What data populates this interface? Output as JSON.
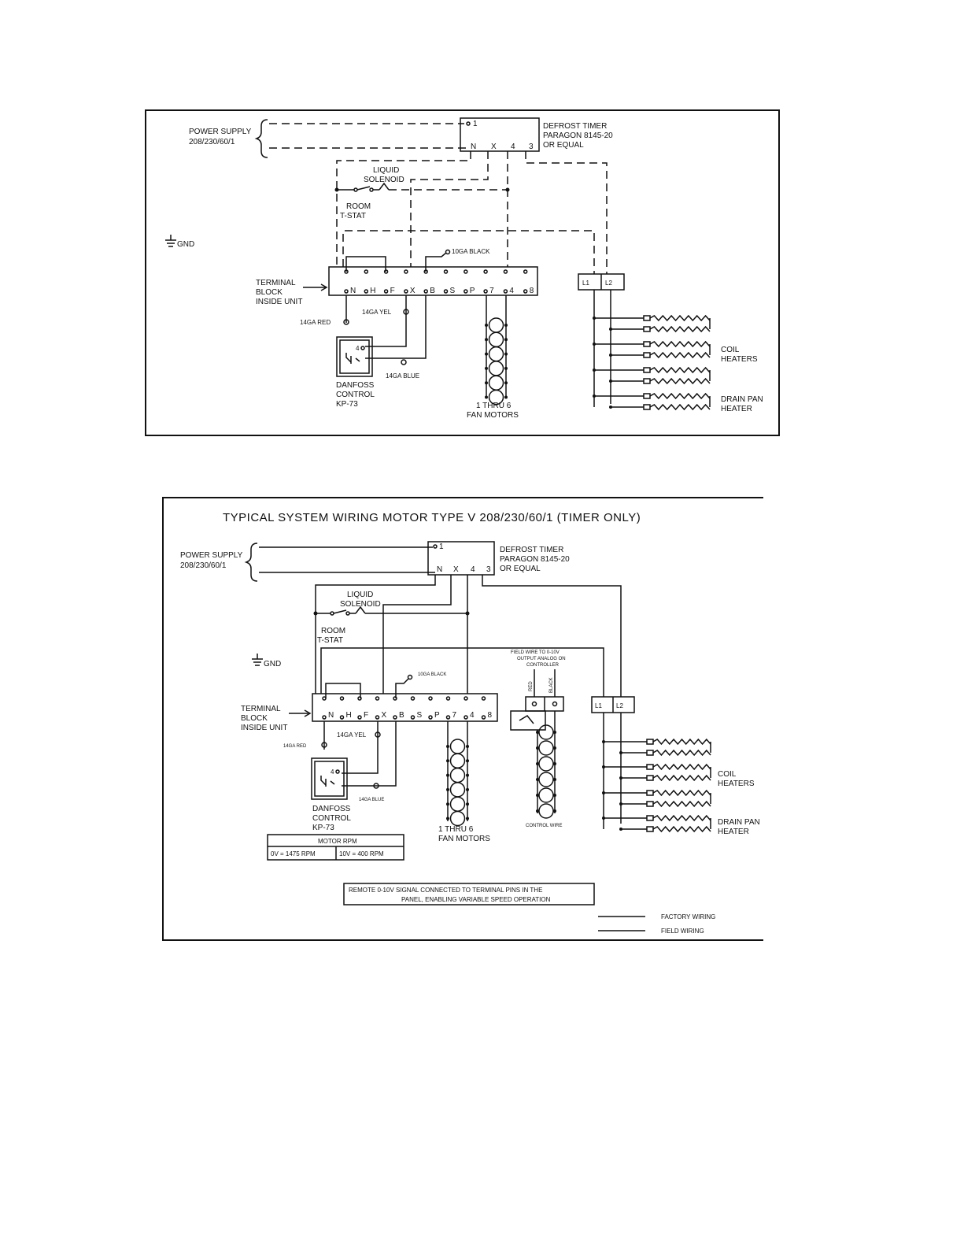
{
  "diagram1": {
    "power_supply": [
      "POWER SUPPLY",
      "208/230/60/1"
    ],
    "defrost_timer": [
      "DEFROST TIMER",
      "PARAGON 8145-20",
      "OR EQUAL"
    ],
    "timer_terminals": [
      "1",
      "N",
      "X",
      "4",
      "3"
    ],
    "liquid_solenoid": [
      "LIQUID",
      "SOLENOID"
    ],
    "room_tstat": [
      "ROOM",
      "T-STAT"
    ],
    "gnd": "GND",
    "terminal_block_label": [
      "TERMINAL",
      "BLOCK",
      "INSIDE UNIT"
    ],
    "terminals": [
      "N",
      "H",
      "F",
      "X",
      "B",
      "S",
      "P",
      "7",
      "4",
      "8"
    ],
    "wire_10ga_black": "10GA BLACK",
    "wire_14ga_yel": "14GA YEL",
    "wire_14ga_red": "14GA RED",
    "wire_14ga_blue": "14GA BLUE",
    "danfoss": [
      "DANFOSS",
      "CONTROL",
      "KP-73"
    ],
    "fan_motors": [
      "1 THRU 6",
      "FAN MOTORS"
    ],
    "contactor_terminals": [
      "L1",
      "L2"
    ],
    "coil_heaters": [
      "COIL",
      "HEATERS"
    ],
    "drain_pan_heater": [
      "DRAIN PAN",
      "HEATER"
    ]
  },
  "diagram2": {
    "title": "TYPICAL SYSTEM WIRING MOTOR TYPE V 208/230/60/1 (TIMER ONLY)",
    "power_supply": [
      "POWER SUPPLY",
      "208/230/60/1"
    ],
    "defrost_timer": [
      "DEFROST TIMER",
      "PARAGON 8145-20",
      "OR EQUAL"
    ],
    "timer_terminals": [
      "1",
      "N",
      "X",
      "4",
      "3"
    ],
    "liquid_solenoid": [
      "LIQUID",
      "SOLENOID"
    ],
    "room_tstat": [
      "ROOM",
      "T-STAT"
    ],
    "gnd": "GND",
    "terminal_block_label": [
      "TERMINAL",
      "BLOCK",
      "INSIDE UNIT"
    ],
    "terminals": [
      "N",
      "H",
      "F",
      "X",
      "B",
      "S",
      "P",
      "7",
      "4",
      "8"
    ],
    "wire_10ga_black": "10GA BLACK",
    "wire_14ga_yel": "14GA YEL",
    "wire_14ga_red": "14GA RED",
    "wire_14ga_blue": "14GA BLUE",
    "danfoss": [
      "DANFOSS",
      "CONTROL",
      "KP-73"
    ],
    "fan_motors": [
      "1 THRU 6",
      "FAN MOTORS"
    ],
    "field_wire_note": [
      "FIELD WIRE TO 0-10V",
      "OUTPUT ANALOG ON",
      "CONTROLLER"
    ],
    "wire_red": "RED",
    "wire_black": "BLACK",
    "control_wire": "CONTROL WIRE",
    "contactor_terminals": [
      "L1",
      "L2"
    ],
    "coil_heaters": [
      "COIL",
      "HEATERS"
    ],
    "drain_pan_heater": [
      "DRAIN PAN",
      "HEATER"
    ],
    "motor_rpm": {
      "header": "MOTOR RPM",
      "cells": [
        "0V = 1475 RPM",
        "10V = 400 RPM"
      ]
    },
    "remote_note": [
      "REMOTE 0-10V SIGNAL CONNECTED TO TERMINAL PINS IN THE",
      "PANEL, ENABLING VARIABLE SPEED OPERATION"
    ],
    "legend": [
      "FACTORY WIRING",
      "FIELD WIRING"
    ]
  }
}
